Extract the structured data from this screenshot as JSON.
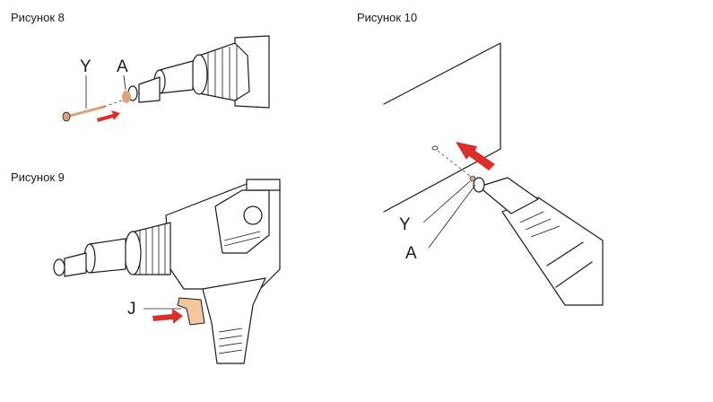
{
  "figures": {
    "fig8": {
      "title": "Рисунок 8",
      "label_y": "Y",
      "label_a": "A"
    },
    "fig9": {
      "title": "Рисунок 9",
      "label_j": "J"
    },
    "fig10": {
      "title": "Рисунок 10",
      "label_y": "Y",
      "label_a": "A"
    }
  },
  "colors": {
    "arrow": "#d9302c",
    "rivet": "#d9a37e",
    "trigger": "#f2c79f",
    "line": "#1a1a1a"
  }
}
